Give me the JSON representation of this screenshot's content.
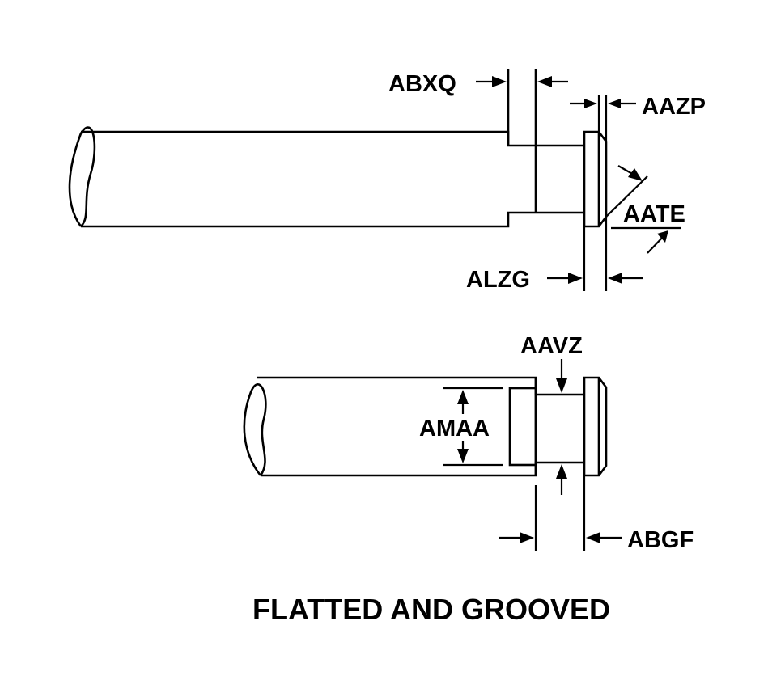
{
  "title": "FLATTED AND GROOVED",
  "upper_view": {
    "labels": {
      "abxq": "ABXQ",
      "aazp": "AAZP",
      "aate": "AATE",
      "alzg": "ALZG"
    }
  },
  "lower_view": {
    "labels": {
      "aavz": "AAVZ",
      "amaa": "AMAA",
      "abgf": "ABGF"
    }
  },
  "colors": {
    "line": "#000000",
    "background": "#ffffff"
  }
}
